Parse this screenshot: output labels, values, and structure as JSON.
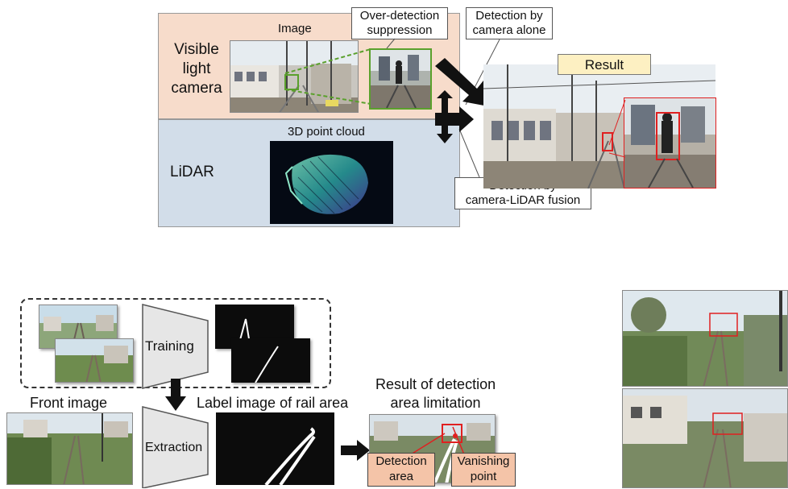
{
  "top": {
    "camera_label": "Visible\nlight\ncamera",
    "lidar_label": "LiDAR",
    "image_label": "Image",
    "point_cloud_label": "3D point cloud",
    "over_detection_label": "Over-detection\nsuppression",
    "camera_alone_label": "Detection by\ncamera alone",
    "fusion_label": "Detection by\ncamera-LiDAR fusion",
    "result_label": "Result"
  },
  "bottom": {
    "training_label": "Training",
    "extraction_label": "Extraction",
    "front_image_label": "Front image",
    "label_image_label": "Label image of rail area",
    "result_limitation_label": "Result of detection\narea limitation",
    "detection_area_label": "Detection\narea",
    "vanishing_point_label": "Vanishing\npoint"
  },
  "colors": {
    "camera_panel": "#f7dccb",
    "lidar_panel": "#d2dde9",
    "result_tag": "#fdf0c2",
    "detection_red": "#e02020",
    "crop_green": "#5aa02c",
    "orange_label": "#f4c4a8"
  }
}
